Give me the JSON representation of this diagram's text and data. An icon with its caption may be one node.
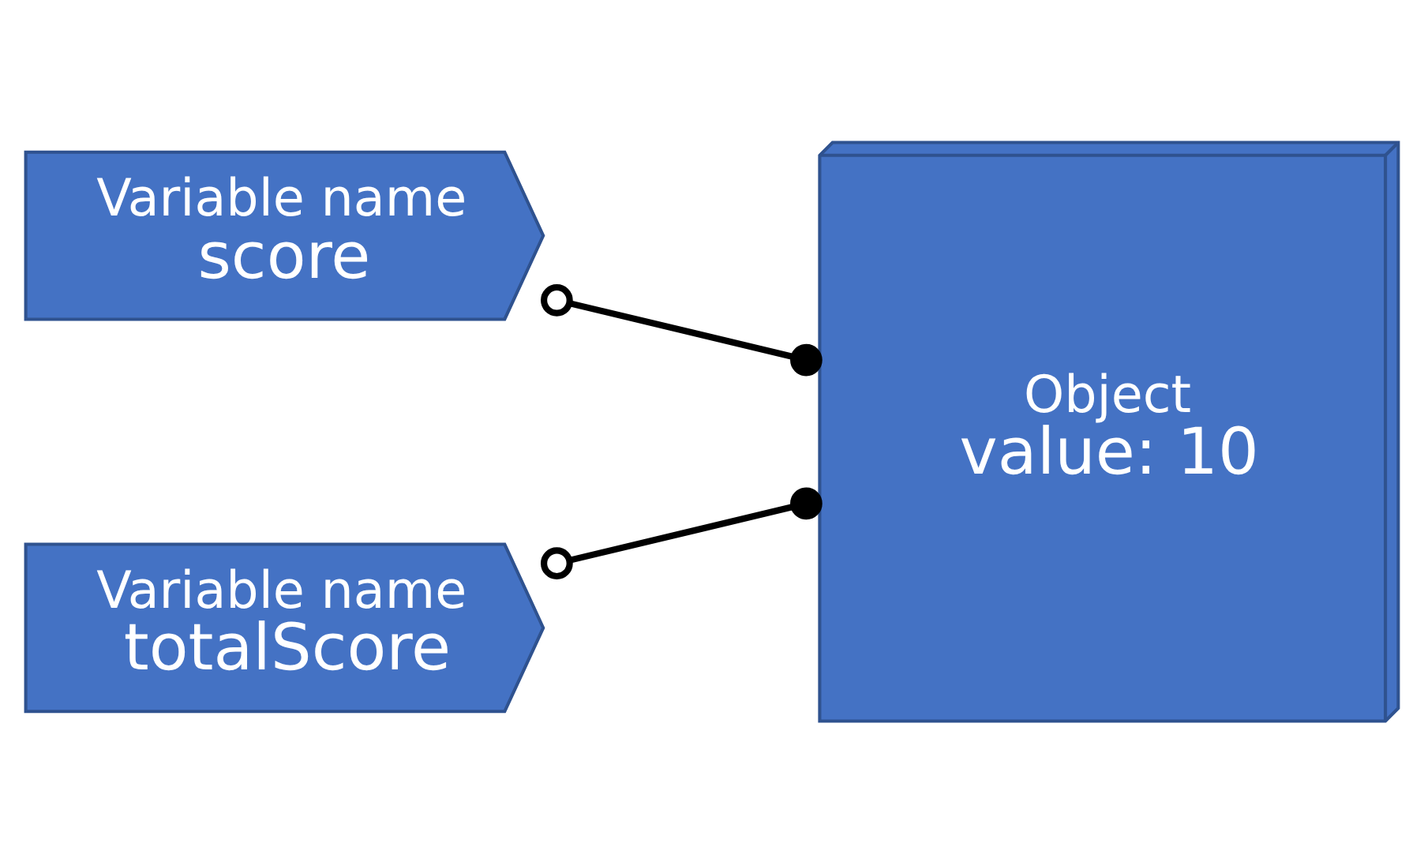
{
  "diagram": {
    "nodes": [
      {
        "text": [
          "Variable name",
          "score"
        ]
      },
      {
        "text": [
          "Variable name",
          "totalScore"
        ]
      },
      {
        "text": [
          "Object",
          "value: 10"
        ]
      }
    ],
    "edges": [
      {
        "from": 0,
        "to": 2,
        "arrow": "other"
      },
      {
        "from": 1,
        "to": 2,
        "arrow": "other"
      }
    ]
  }
}
